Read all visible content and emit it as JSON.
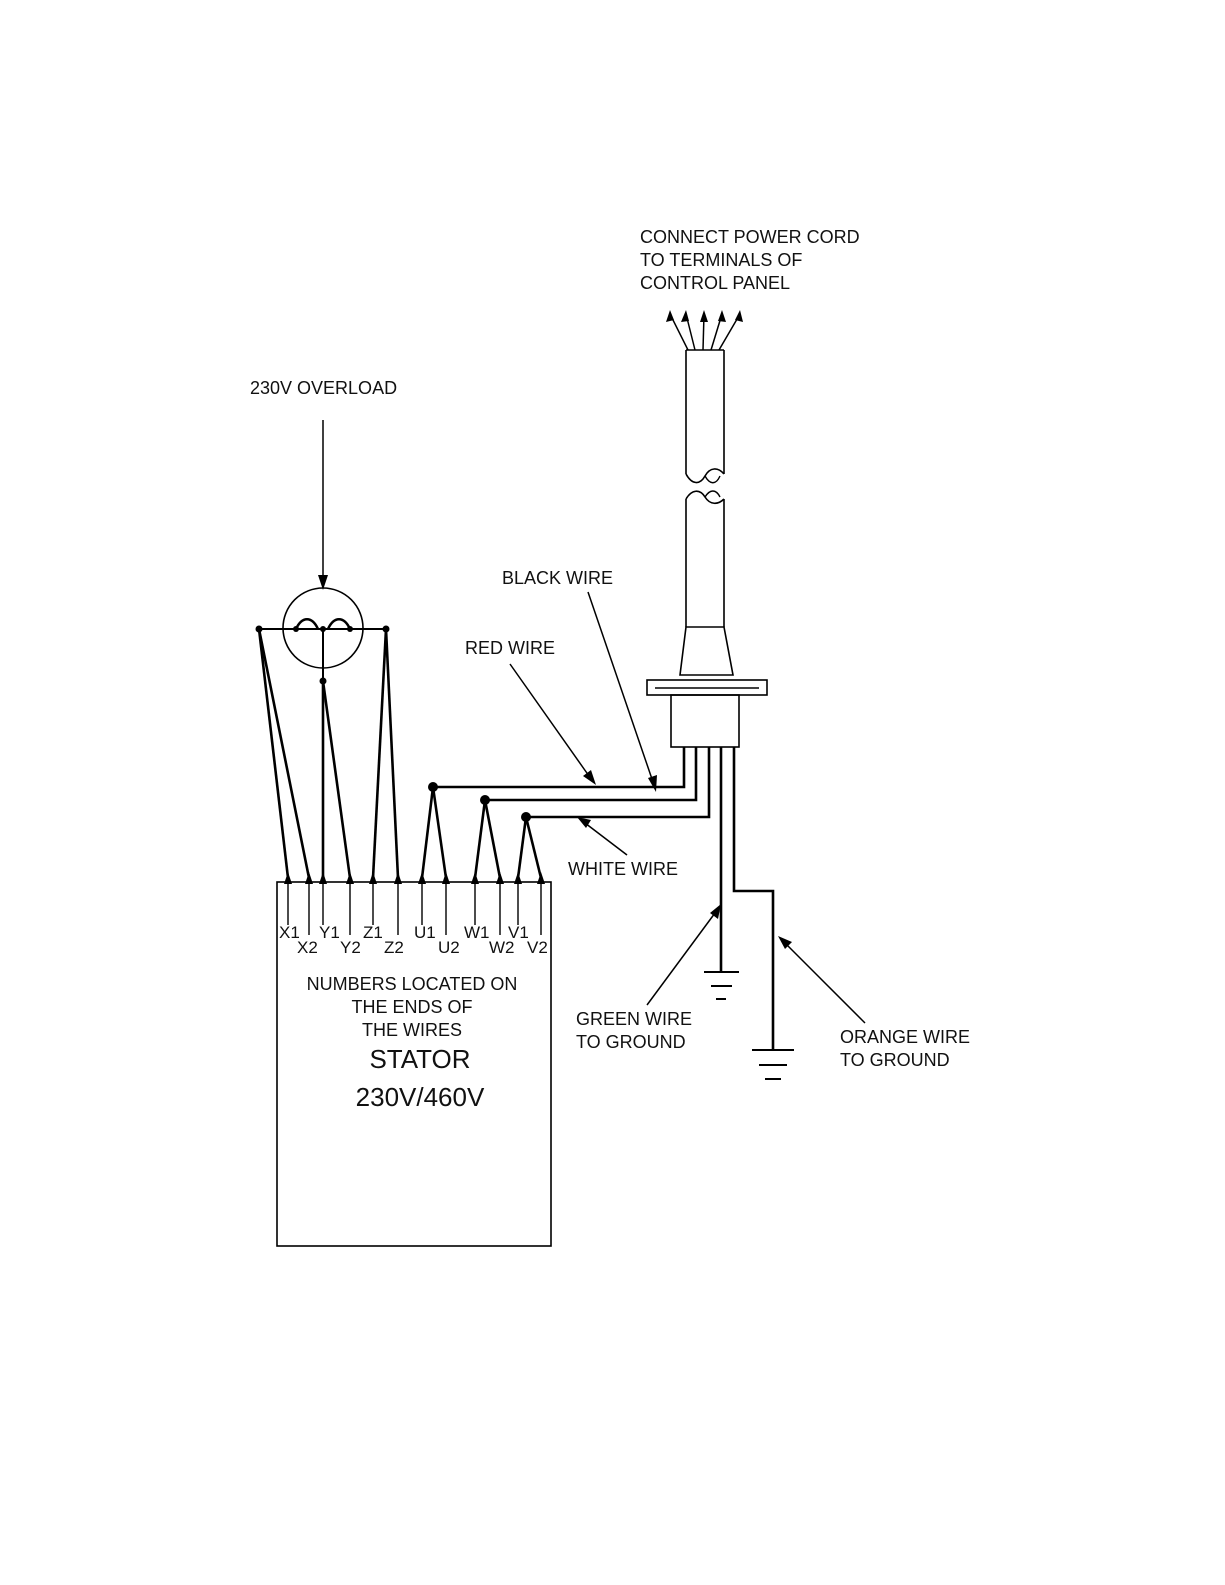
{
  "labels": {
    "power_cord": [
      "CONNECT POWER CORD",
      "TO TERMINALS OF",
      "CONTROL PANEL"
    ],
    "overload": "230V OVERLOAD",
    "black_wire": "BLACK WIRE",
    "red_wire": "RED WIRE",
    "white_wire": "WHITE WIRE",
    "green_wire": [
      "GREEN WIRE",
      "TO GROUND"
    ],
    "orange_wire": [
      "ORANGE WIRE",
      "TO GROUND"
    ],
    "numbers_note": [
      "NUMBERS LOCATED ON",
      "THE ENDS OF",
      "THE WIRES"
    ],
    "stator": [
      "STATOR",
      "230V/460V"
    ]
  },
  "terminals": {
    "upper": [
      "X1",
      "Y1",
      "Z1",
      "U1",
      "W1",
      "V1"
    ],
    "lower": [
      "X2",
      "Y2",
      "Z2",
      "U2",
      "W2",
      "V2"
    ]
  },
  "colors": {
    "line": "#000000",
    "background": "#ffffff"
  }
}
